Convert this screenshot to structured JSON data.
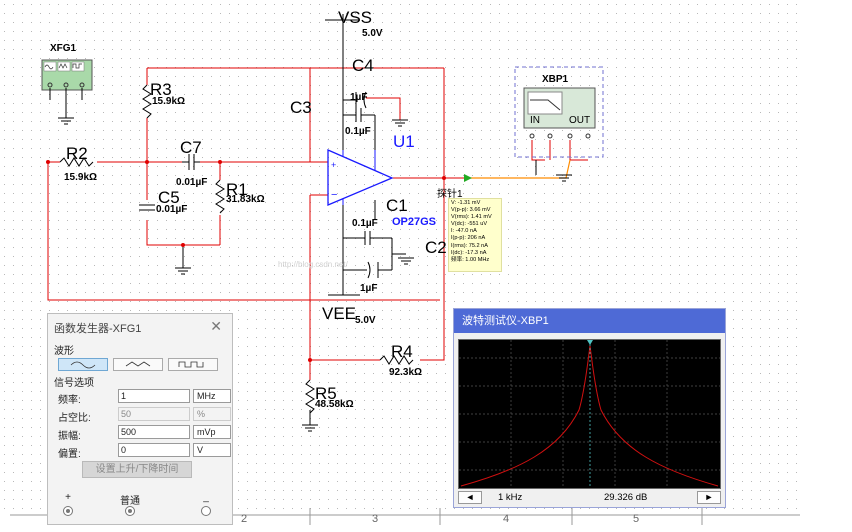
{
  "schematic": {
    "xfg1_label": "XFG1",
    "xbp1_label": "XBP1",
    "xbp1_in": "IN",
    "xbp1_out": "OUT",
    "vss_label": "VSS",
    "vss_value": "5.0V",
    "vee_label": "VEE",
    "vee_value": "5.0V",
    "c3_label": "C3",
    "c4_label": "C4",
    "c4_value": "1µF",
    "c3_value": "0.1µF",
    "u1_label": "U1",
    "opamp_model": "OP27GS",
    "r3_label": "R3",
    "r3_value": "15.9kΩ",
    "r2_label": "R2",
    "r2_value": "15.9kΩ",
    "c7_label": "C7",
    "c7_value": "0.01µF",
    "r1_label": "R1",
    "r1_value": "31.83kΩ",
    "c5_label": "C5",
    "c5_value": "0.01µF",
    "c1_label": "C1",
    "c1_value": "0.1µF",
    "c2_label": "C2",
    "c2_value": "1µF",
    "r4_label": "R4",
    "r4_value": "92.3kΩ",
    "r5_label": "R5",
    "r5_value": "48.58kΩ",
    "probe_label": "探针1",
    "probe_lines": [
      "V: -1.31 mV",
      "V(p-p): 3.66 mV",
      "V(rms): 1.41 mV",
      "V(dc): -551 uV",
      "I: -47.0 nA",
      "I(p-p): 206 nA",
      "I(rms): 75.2 nA",
      "I(dc): -17.3 nA",
      "频率: 1.00 MHz"
    ],
    "watermark": "http://blog.csdn.net/",
    "ruler": [
      "2",
      "3",
      "4",
      "5"
    ]
  },
  "function_generator": {
    "title": "函数发生器-XFG1",
    "close": "✕",
    "waveform_section": "波形",
    "signal_section": "信号选项",
    "rows": [
      {
        "label": "频率:",
        "value": "1",
        "unit": "MHz"
      },
      {
        "label": "占空比:",
        "value": "50",
        "unit": "%"
      },
      {
        "label": "振幅:",
        "value": "500",
        "unit": "mVp"
      },
      {
        "label": "偏置:",
        "value": "0",
        "unit": "V"
      }
    ],
    "rise_fall_button": "设置上升/下降时间",
    "plus": "+",
    "common": "普通",
    "minus": "_"
  },
  "bode_plotter": {
    "title": "波特测试仪-XBP1",
    "frequency": "1 kHz",
    "gain": "29.326 dB",
    "left_arrow": "◄",
    "right_arrow": "►"
  },
  "colors": {
    "wire_red": "#e00000",
    "wire_orange": "#ff8c00",
    "wire_black": "#000000",
    "opamp_blue": "#1a1aff",
    "bode_header": "#4e6ad6",
    "bode_curve": "#d01010"
  }
}
